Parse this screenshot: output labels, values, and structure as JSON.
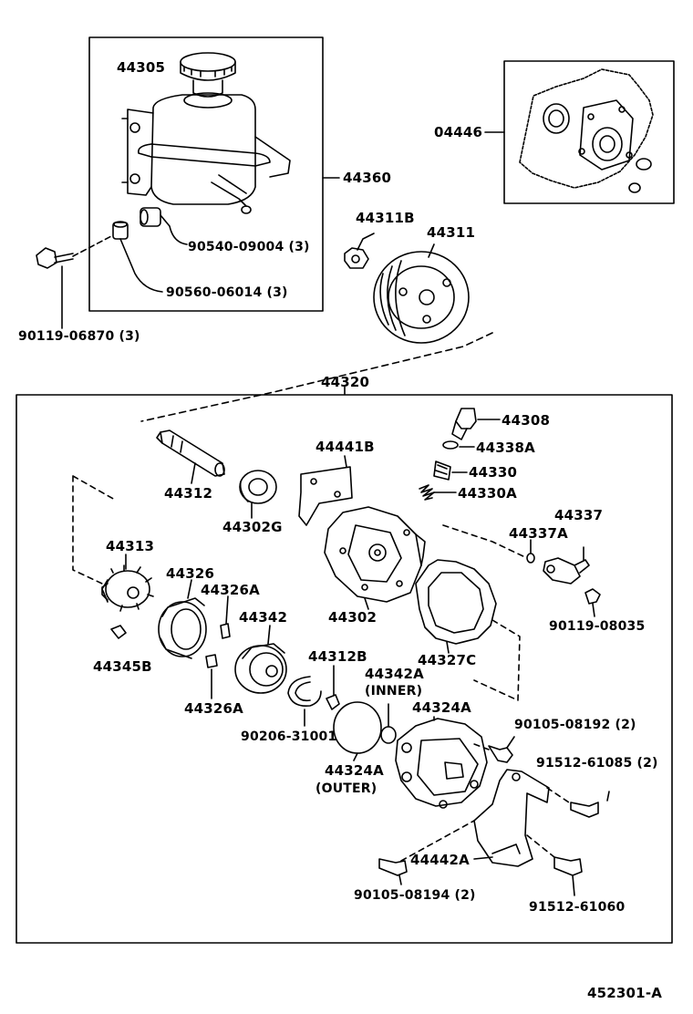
{
  "diagram_id": "452301-A",
  "parts": {
    "p44305": "44305",
    "p44360": "44360",
    "p04446": "04446",
    "p90540": "90540-09004 (3)",
    "p90560": "90560-06014 (3)",
    "p90119a": "90119-06870 (3)",
    "p44311B": "44311B",
    "p44311": "44311",
    "p44320": "44320",
    "p44308": "44308",
    "p44338A": "44338A",
    "p44330": "44330",
    "p44330A": "44330A",
    "p44441B": "44441B",
    "p44312": "44312",
    "p44302G": "44302G",
    "p44302": "44302",
    "p44337": "44337",
    "p44337A": "44337A",
    "p90119b": "90119-08035",
    "p44313": "44313",
    "p44326": "44326",
    "p44326A_top": "44326A",
    "p44342": "44342",
    "p44345B": "44345B",
    "p44326A_bot": "44326A",
    "p44312B": "44312B",
    "p44342A": "44342A",
    "p44342A_note": "(INNER)",
    "p44327C": "44327C",
    "p90206": "90206-31001",
    "p44324A_top": "44324A",
    "p90105a": "90105-08192 (2)",
    "p91512a": "91512-61085 (2)",
    "p44324A_bot": "44324A",
    "p44324A_note": "(OUTER)",
    "p44442A": "44442A",
    "p90105b": "90105-08194 (2)",
    "p91512b": "91512-61060"
  },
  "colors": {
    "ink": "#000000",
    "paper": "#ffffff"
  }
}
